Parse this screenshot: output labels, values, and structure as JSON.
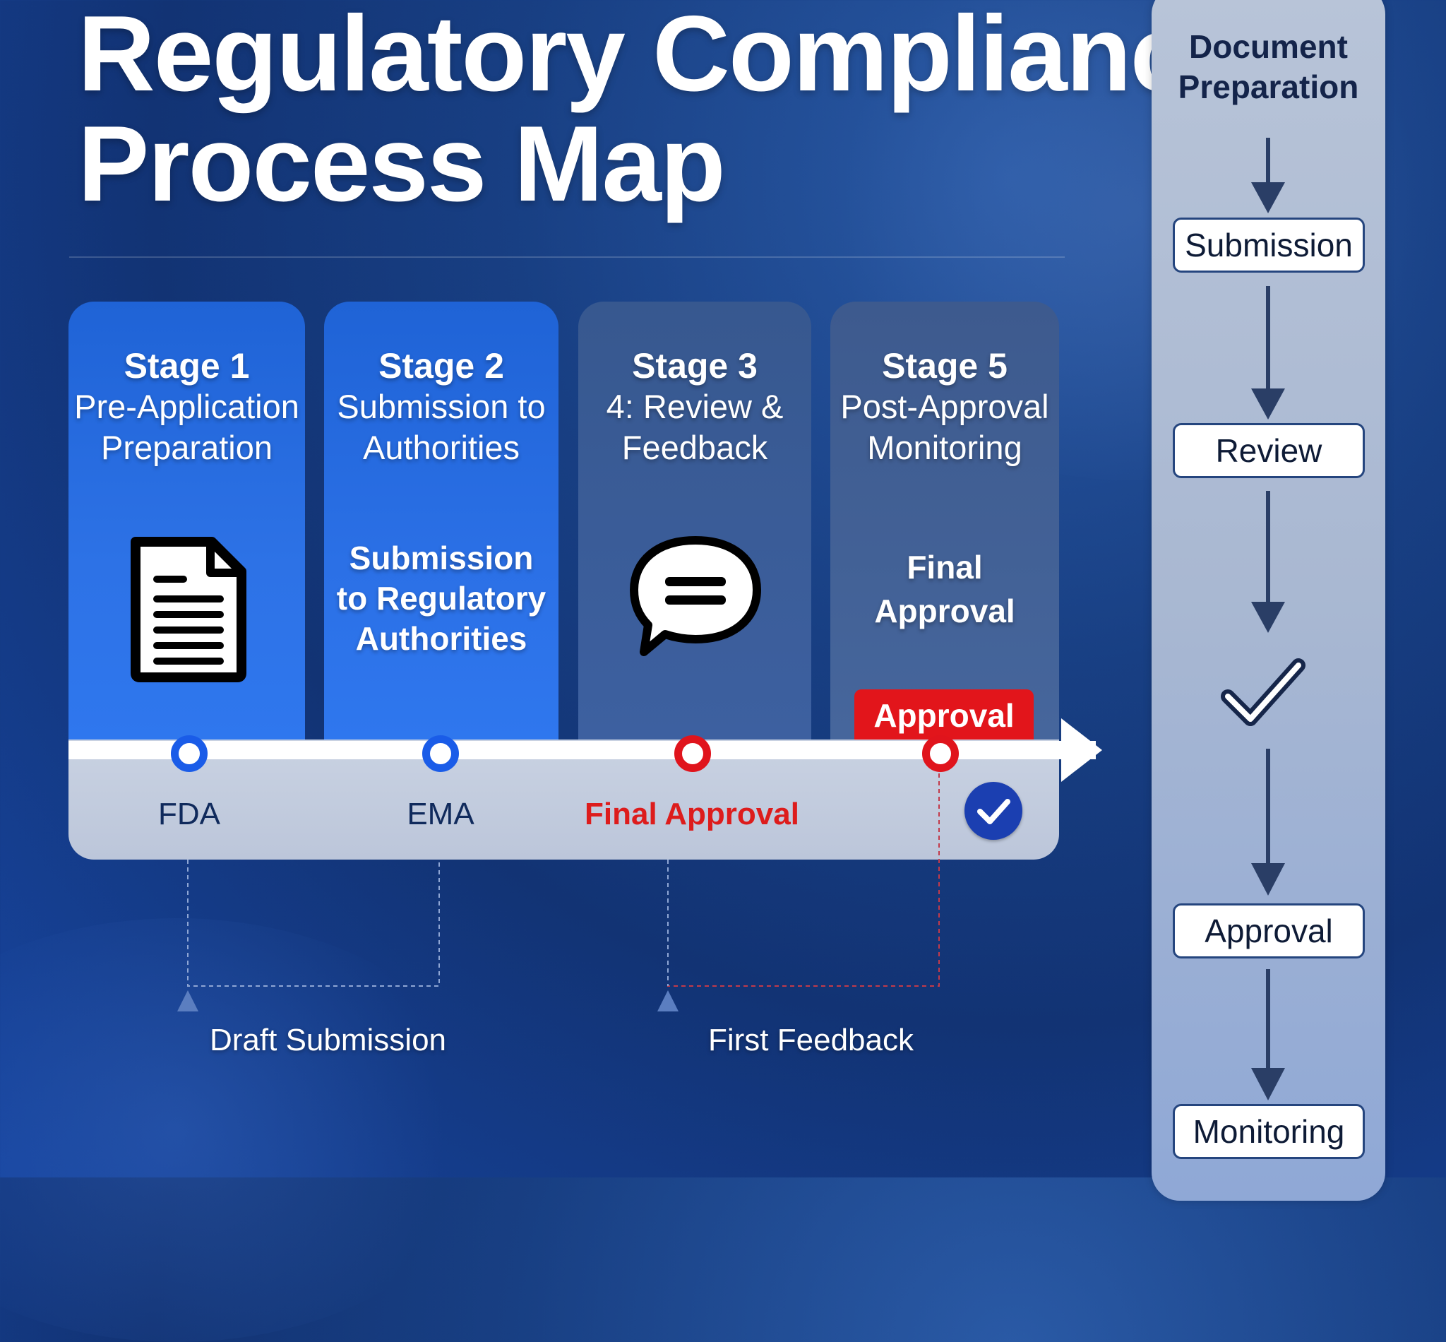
{
  "title": {
    "line1": "Regulatory Compliance",
    "line2": "Process Map"
  },
  "stages": [
    {
      "heading": "Stage 1",
      "subtitle": "Pre-Application\nPreparation",
      "icon": "document-icon"
    },
    {
      "heading": "Stage 2",
      "subtitle": "Submission to\nAuthorities",
      "body": "Submission\nto Regulatory\nAuthorities"
    },
    {
      "heading": "Stage 3",
      "subtitle": "4: Review &\nFeedback",
      "icon": "speech-bubble-icon"
    },
    {
      "heading": "Stage 5",
      "subtitle": "Post-Approval\nMonitoring",
      "body": "Final\nApproval"
    }
  ],
  "approval_tag": "Approval",
  "timeline": {
    "labels": [
      "FDA",
      "EMA",
      "Final Approval"
    ],
    "nodes": [
      "blue",
      "blue",
      "red",
      "red"
    ],
    "end_icon": "check-circle-icon"
  },
  "bottom_labels": {
    "left": "Draft Submission",
    "right": "First Feedback"
  },
  "side_flow": {
    "title": "Document\nPreparation",
    "steps": [
      "Submission",
      "Review",
      "Approval",
      "Monitoring"
    ],
    "check_icon": "checkmark-icon"
  },
  "colors": {
    "accent_blue": "#1f63d6",
    "alert_red": "#e2151b",
    "dark_navy": "#14244a"
  }
}
